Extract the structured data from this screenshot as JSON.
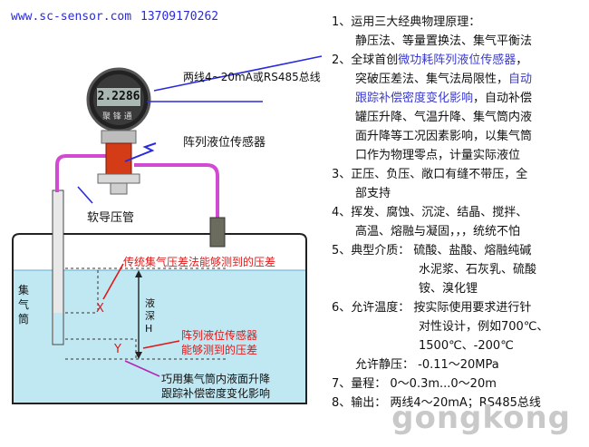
{
  "header": {
    "url": "www.sc-sensor.com",
    "phone": "13709170262"
  },
  "diagram": {
    "signal_label": "两线4~20mA或RS485总线",
    "lcd_value": "2.2286",
    "meter_brand": "聚 锋 通",
    "sensor_label": "阵列液位传感器",
    "tube_label": "软导压管",
    "chamber_label": [
      "集",
      "气",
      "筒"
    ],
    "traditional_label": "传统集气压差法能够测到的压差",
    "array_label": [
      "阵列液位传感器",
      "能够测到的压差"
    ],
    "x_label": "X",
    "y_label": "Y",
    "depth_label": [
      "液",
      "深",
      "H"
    ],
    "tracking_label": [
      "巧用集气筒内液面升降",
      "跟踪补偿密度变化影响"
    ],
    "colors": {
      "pipe": "#d24ad2",
      "water": "#bfe8f2",
      "red_text": "#e01818",
      "highlight": "#3a3ad0"
    }
  },
  "specs": {
    "p1": [
      "1、运用三大经典物理原理：",
      "静压法、等量置换法、集气平衡法"
    ],
    "p2_a": "2、全球首创",
    "p2_b": "微功耗阵列液位传感器",
    "p2_c": "，",
    "p2_line2": "突破压差法、集气法局限性，",
    "p2_line2_hl": "自动",
    "p2_line3_hl": "跟踪补偿密度变化影响",
    "p2_line3": "，自动补偿",
    "p2_rest": [
      "罐压升降、气温升降、集气筒内液",
      "面升降等工况因素影响，以集气筒",
      "口作为物理零点，计量实际液位"
    ],
    "p3": [
      "3、正压、负压、敞口有缝不带压，全",
      "部支持"
    ],
    "p4": [
      "4、挥发、腐蚀、沉淀、结晶、搅拌、",
      "高温、熔融与凝固，，，统统不怕"
    ],
    "p5": [
      "5、典型介质：  硫酸、盐酸、熔融纯碱",
      "水泥浆、石灰乳、硫酸",
      "铵、溴化锂"
    ],
    "p6": [
      "6、允许温度：  按实际使用要求进行针",
      "对性设计，例如700℃、",
      "1500℃、-200℃"
    ],
    "static": "允许静压：  -0.11～20MPa",
    "p7": "7、量程：  0～0.3m...0～20m",
    "p8": "8、输出：  两线4～20mA；RS485总线"
  },
  "watermark": "gongkong"
}
